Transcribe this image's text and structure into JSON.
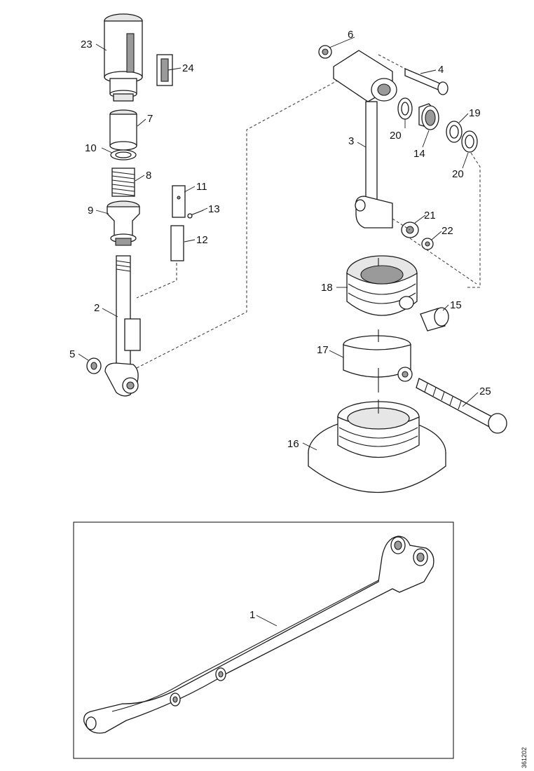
{
  "diagram": {
    "labels": {
      "p1": "1",
      "p2": "2",
      "p3": "3",
      "p4": "4",
      "p5": "5",
      "p6": "6",
      "p7": "7",
      "p8": "8",
      "p9": "9",
      "p10": "10",
      "p11": "11",
      "p12": "12",
      "p13": "13",
      "p14": "14",
      "p15": "15",
      "p16": "16",
      "p17": "17",
      "p18": "18",
      "p19": "19",
      "p20a": "20",
      "p20b": "20",
      "p21": "21",
      "p22": "22",
      "p23": "23",
      "p24": "24",
      "p25": "25"
    },
    "drawing_code": "361202"
  }
}
